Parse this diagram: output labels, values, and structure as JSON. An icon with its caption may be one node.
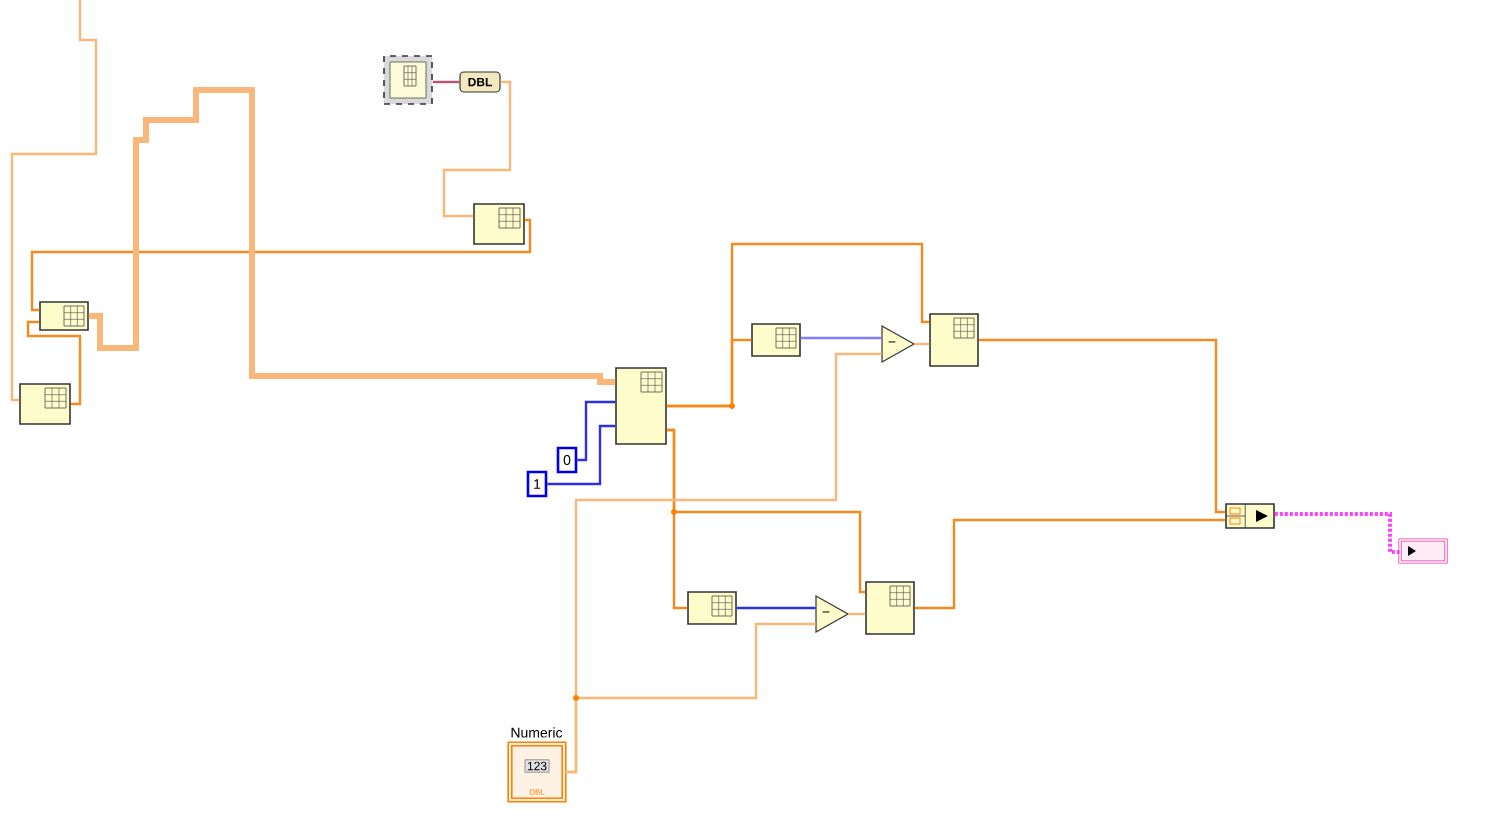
{
  "diagram": {
    "nodes": [
      {
        "text": [],
        "shape": "box"
      },
      {
        "text": [
          "DBL"
        ]
      },
      {
        "text": [],
        "shape": "box"
      },
      {
        "text": [],
        "shape": "box"
      },
      {
        "text": [],
        "shape": "box"
      },
      {
        "text": [],
        "shape": "box"
      },
      {
        "text": [
          "0"
        ]
      },
      {
        "text": [
          "1"
        ]
      },
      {
        "text": [],
        "shape": "box"
      },
      {
        "text": [
          "−"
        ]
      },
      {
        "text": [],
        "shape": "box"
      },
      {
        "text": [],
        "shape": "box"
      },
      {
        "text": [
          "−"
        ]
      },
      {
        "text": [],
        "shape": "box"
      },
      {
        "text": [],
        "shape": "box"
      },
      {
        "text": [],
        "shape": "box"
      },
      {
        "text": [
          "Numeric",
          "123",
          "DBL"
        ]
      }
    ],
    "edges": [
      {
        "from": 0,
        "to": 1,
        "arrow": "none",
        "color": "#c05070"
      },
      {
        "from": 1,
        "to": 2,
        "arrow": "none",
        "color": "#f9b87a"
      },
      {
        "from": 2,
        "to": 3,
        "arrow": "none"
      },
      {
        "from": 3,
        "to": 4,
        "arrow": "none"
      },
      {
        "from": 3,
        "to": 5,
        "arrow": "none",
        "style": "thick",
        "color": "#f9b87a"
      },
      {
        "from": null,
        "to": 4,
        "arrow": "none",
        "color": "#f9b87a"
      },
      {
        "from": 5,
        "to": 8,
        "arrow": "none"
      },
      {
        "from": 5,
        "to": 10,
        "arrow": "none"
      },
      {
        "from": 5,
        "to": 11,
        "arrow": "none"
      },
      {
        "from": 5,
        "to": 13,
        "arrow": "none"
      },
      {
        "from": 6,
        "to": 5,
        "arrow": "none",
        "color": "#3030e0"
      },
      {
        "from": 7,
        "to": 5,
        "arrow": "none",
        "color": "#3030e0"
      },
      {
        "from": 8,
        "to": 9,
        "arrow": "none",
        "color": "#8080ff"
      },
      {
        "from": 9,
        "to": 10,
        "arrow": "none",
        "color": "#f9b87a"
      },
      {
        "from": 11,
        "to": 12,
        "arrow": "none",
        "color": "#3030e0"
      },
      {
        "from": 12,
        "to": 13,
        "arrow": "none",
        "color": "#f9b87a"
      },
      {
        "from": 16,
        "to": 9,
        "arrow": "none",
        "color": "#f9b87a"
      },
      {
        "from": 16,
        "to": 12,
        "arrow": "none",
        "color": "#f9b87a"
      },
      {
        "from": 10,
        "to": 14,
        "arrow": "none"
      },
      {
        "from": 13,
        "to": 14,
        "arrow": "none"
      },
      {
        "from": 14,
        "to": 15,
        "arrow": "none",
        "style": "dashed",
        "color": "#ff40ff"
      }
    ]
  }
}
